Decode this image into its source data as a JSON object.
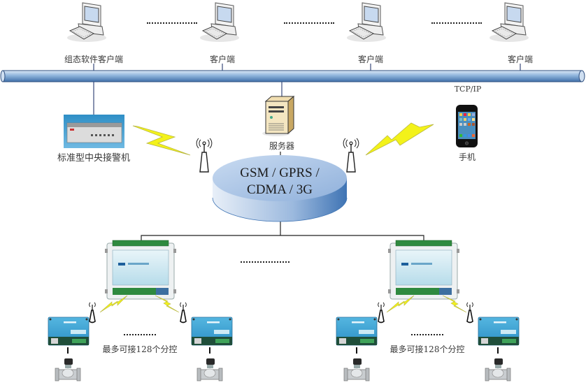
{
  "clients": [
    {
      "label": "组态软件客户端"
    },
    {
      "label": "客户端"
    },
    {
      "label": "客户端"
    },
    {
      "label": "客户端"
    }
  ],
  "bus": {
    "label": "TCP/IP"
  },
  "central_alarm": {
    "label": "标准型中央接警机"
  },
  "server": {
    "label": "服务器"
  },
  "phone": {
    "label": "手机"
  },
  "network": {
    "line1": "GSM / GPRS /",
    "line2": "CDMA / 3G"
  },
  "controllers": [
    {
      "note": "最多可接128个分控"
    },
    {
      "note": "最多可接128个分控"
    }
  ],
  "colors": {
    "bus": "#8fb4dc",
    "cloud": "#a9c4e6",
    "lightning": "#f3f21a",
    "line": "#3a4a7a"
  }
}
